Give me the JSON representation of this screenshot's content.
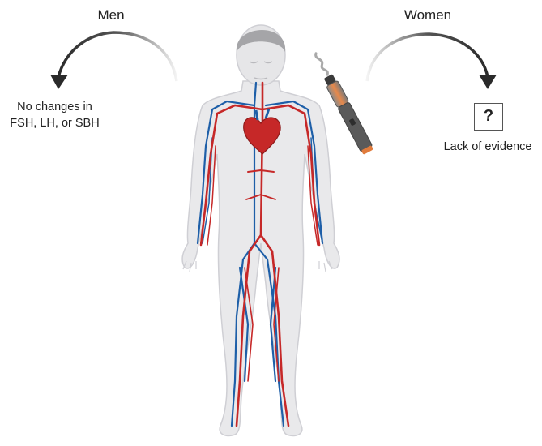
{
  "men": {
    "title": "Men",
    "effect_line1": "No changes in",
    "effect_line2": "FSH, LH, or SBH"
  },
  "women": {
    "title": "Women",
    "symbol": "?",
    "effect": "Lack of evidence"
  },
  "icons": [
    "human-body-circulatory-illustration",
    "heart-icon",
    "e-cigarette-icon",
    "curved-arrow-left",
    "curved-arrow-right"
  ],
  "colors": {
    "artery": "#c62828",
    "vein": "#1e5fa8",
    "skin": "#e9e9eb",
    "arrow": "#2a2a2a",
    "ecig": "#5a5a5a",
    "ecig_tank": "#e07b3c"
  }
}
